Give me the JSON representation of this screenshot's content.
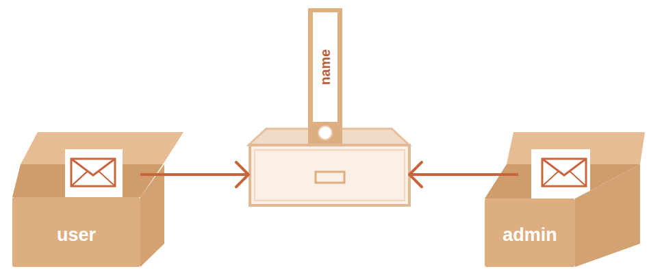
{
  "diagram": {
    "nodes": [
      {
        "text": [
          "user"
        ]
      },
      {
        "text": [
          "name"
        ]
      },
      {
        "text": [
          "admin"
        ]
      }
    ],
    "edges": [
      {
        "from": 0,
        "to": 1,
        "arrow": "to"
      },
      {
        "from": 2,
        "to": 1,
        "arrow": "to"
      }
    ]
  }
}
